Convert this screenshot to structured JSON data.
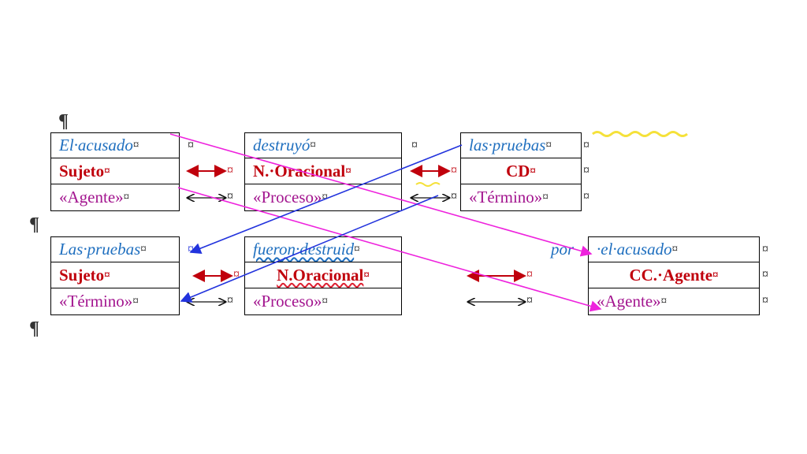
{
  "pilcrow": "¶",
  "cell_mark": "¤",
  "row1": {
    "s1": {
      "top": "El·acusado",
      "mid": "Sujeto",
      "bot": "«Agente»"
    },
    "s2": {
      "top": "destruyó",
      "mid": "N.·Oracional",
      "bot": "«Proceso»"
    },
    "s3": {
      "top": "las·pruebas",
      "mid": "CD",
      "bot": "«Término»"
    }
  },
  "row2": {
    "s1": {
      "top": "Las·pruebas",
      "mid": "Sujeto",
      "bot": "«Término»"
    },
    "s2": {
      "top": "fueron·destruid",
      "mid": "N.Oracional",
      "bot": "«Proceso»"
    },
    "s3": {
      "prefix": "por",
      "top": "·el·acusado",
      "mid": "CC.·Agente",
      "bot": "«Agente»"
    }
  },
  "colors": {
    "blue_text": "#1f6fbf",
    "red_bold": "#c0000c",
    "magenta_text": "#a3158f",
    "magenta_arrow": "#ee22dd",
    "blue_arrow": "#2233dd",
    "highlight": "#f5e13a"
  }
}
